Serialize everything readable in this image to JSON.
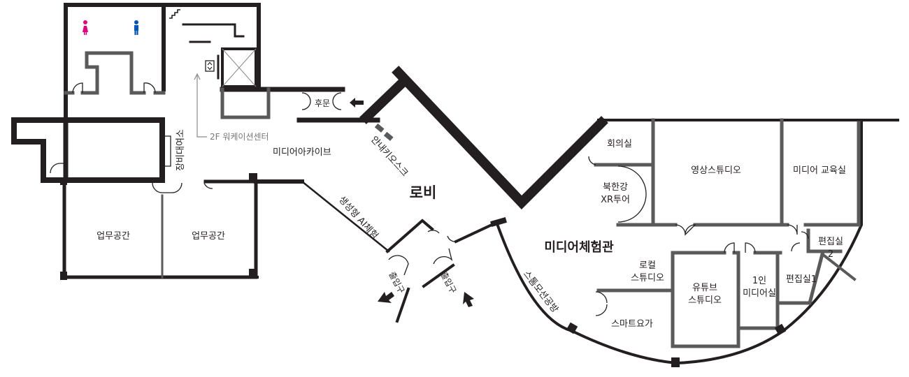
{
  "floor_map": {
    "rooms": {
      "stair_label": "2F 워케이션센터",
      "media_archive": "미디어아카이브",
      "equipment_rental": "장비대여소",
      "office_left": "업무공간",
      "office_right": "업무공간",
      "back_door": "후문",
      "info_kiosk": "안내키오스크",
      "lobby": "로비",
      "ai_experience": "생성형 AI체험",
      "entrance_left": "출입구",
      "entrance_right": "출입구",
      "media_hall": "미디어체험관",
      "meeting_room": "회의실",
      "xr_tour_line1": "북한강",
      "xr_tour_line2": "XR투어",
      "video_studio": "영상스튜디오",
      "media_classroom": "미디어 교육실",
      "edit_room2_line1": "편집실",
      "edit_room2_line2": "2",
      "edit_room1": "편집실1",
      "local_studio_line1": "로컬",
      "local_studio_line2": "스튜디오",
      "youtube_studio_line1": "유튜브",
      "youtube_studio_line2": "스튜디오",
      "solo_media_line1": "1인",
      "solo_media_line2": "미디어실",
      "smart_yoga": "스마트요가",
      "storm_workshop": "스톰모션공방"
    },
    "icons": {
      "female_restroom": "female-restroom-icon",
      "male_restroom": "male-restroom-icon",
      "stairs": "stairs-icon",
      "elevator": "elevator-icon",
      "entrance_arrow": "arrow-icon"
    },
    "colors": {
      "wall": "#231f20",
      "partition": "#5a5a5a",
      "female": "#e4007f",
      "male": "#0055b8",
      "kiosk": "#58595b"
    }
  }
}
